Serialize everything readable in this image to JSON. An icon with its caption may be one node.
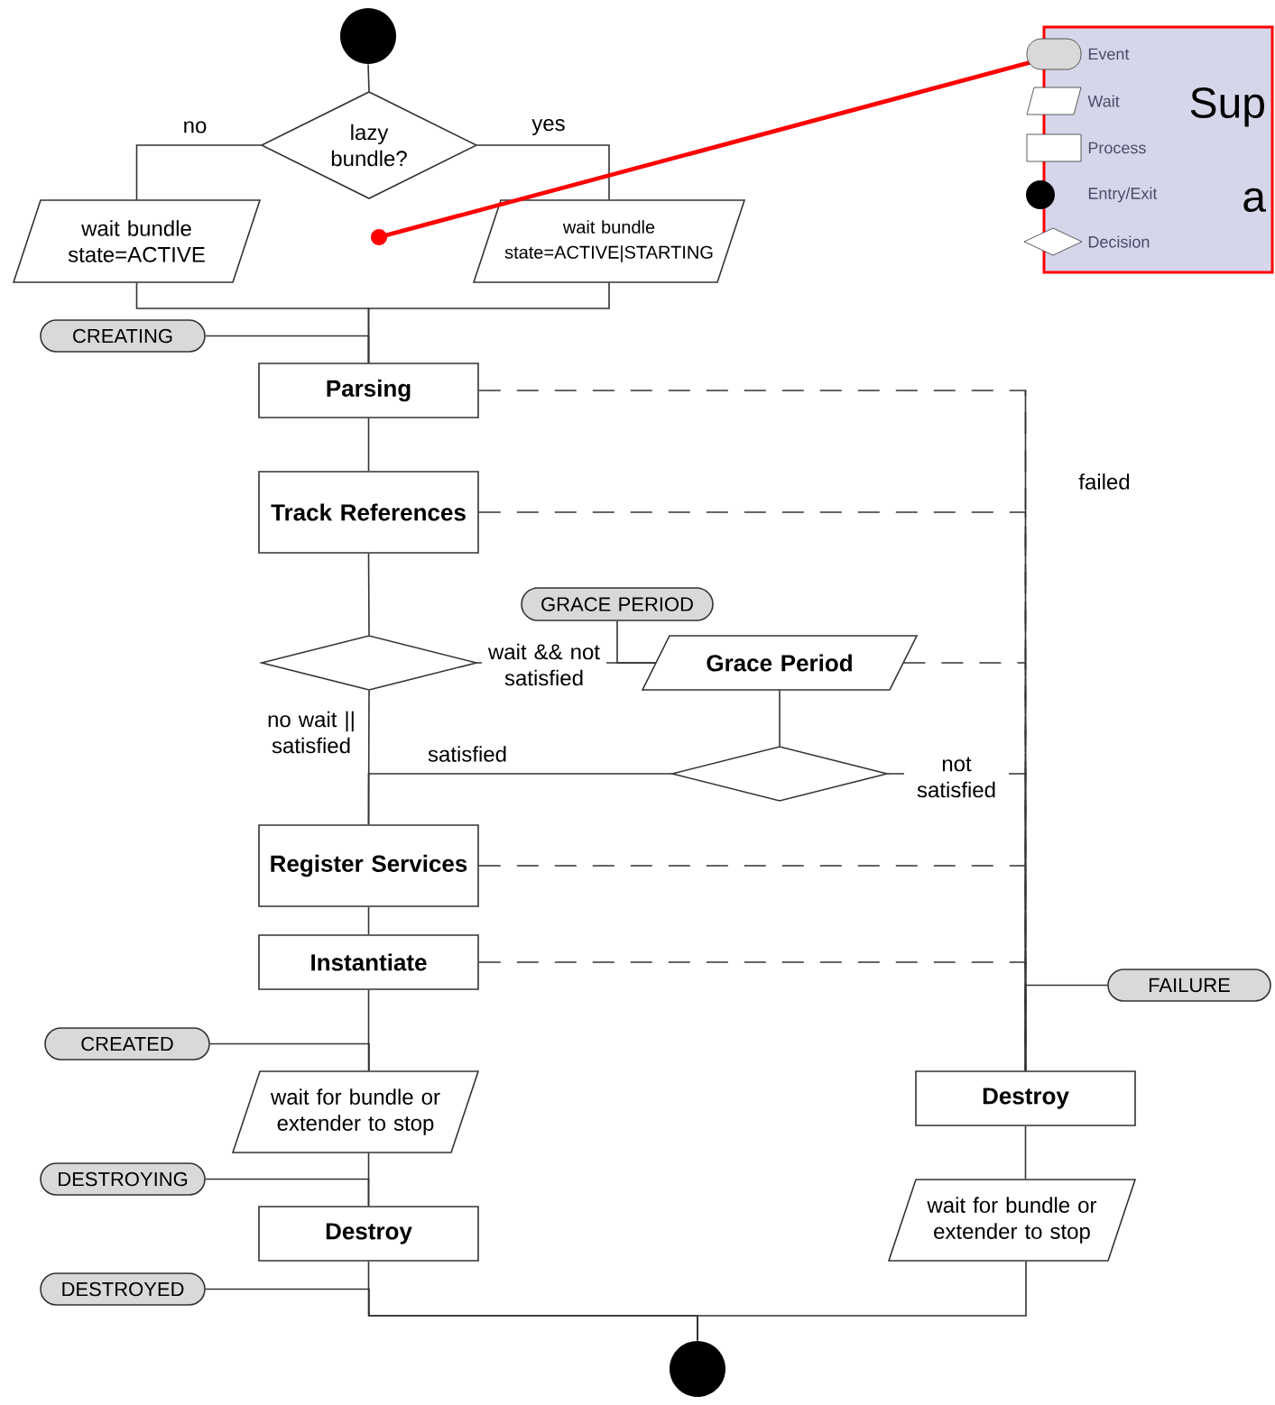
{
  "diagram": {
    "nodes": [
      {
        "text": [],
        "shape": "circle"
      },
      {
        "text": [
          "lazy bundle?"
        ]
      },
      {
        "text": [
          "wait bundle state=ACTIVE"
        ]
      },
      {
        "text": [
          "wait bundle state=ACTIVE|STARTING"
        ]
      },
      {
        "text": [
          "CREATING"
        ]
      },
      {
        "text": [
          "Parsing"
        ]
      },
      {
        "text": [
          "Track References"
        ]
      },
      {
        "text": [],
        "shape": "diamond"
      },
      {
        "text": [
          "GRACE PERIOD"
        ]
      },
      {
        "text": [
          "Grace Period"
        ]
      },
      {
        "text": [],
        "shape": "diamond"
      },
      {
        "text": [
          "Register Services"
        ]
      },
      {
        "text": [
          "Instantiate"
        ]
      },
      {
        "text": [
          "CREATED"
        ]
      },
      {
        "text": [
          "wait for bundle or extender to stop"
        ]
      },
      {
        "text": [
          "DESTROYING"
        ]
      },
      {
        "text": [
          "Destroy"
        ]
      },
      {
        "text": [
          "DESTROYED"
        ]
      },
      {
        "text": [
          "FAILURE"
        ]
      },
      {
        "text": [
          "Destroy"
        ]
      },
      {
        "text": [
          "wait for bundle or extender to stop"
        ]
      },
      {
        "text": [],
        "shape": "circle"
      },
      {
        "text": [
          "Sup a"
        ]
      }
    ],
    "edges": [
      {
        "from": 0,
        "to": 1,
        "arrow": "none"
      },
      {
        "from": 1,
        "to": 2,
        "arrow": "none",
        "label": "no"
      },
      {
        "from": 1,
        "to": 3,
        "arrow": "none",
        "label": "yes"
      },
      {
        "from": 2,
        "to": 5,
        "arrow": "none"
      },
      {
        "from": 3,
        "to": 5,
        "arrow": "none"
      },
      {
        "from": 4,
        "to": 5,
        "arrow": "none"
      },
      {
        "from": 5,
        "to": 6,
        "arrow": "none"
      },
      {
        "from": 6,
        "to": 7,
        "arrow": "none"
      },
      {
        "from": 7,
        "to": 9,
        "arrow": "none",
        "label": "wait && not satisfied"
      },
      {
        "from": 8,
        "to": 9,
        "arrow": "none"
      },
      {
        "from": 9,
        "to": 10,
        "arrow": "none"
      },
      {
        "from": 7,
        "to": 11,
        "arrow": "none",
        "label": "no wait || satisfied"
      },
      {
        "from": 10,
        "to": 11,
        "arrow": "none",
        "label": "satisfied"
      },
      {
        "from": 11,
        "to": 12,
        "arrow": "none"
      },
      {
        "from": 12,
        "to": 14,
        "arrow": "none"
      },
      {
        "from": 13,
        "to": 14,
        "arrow": "none"
      },
      {
        "from": 14,
        "to": 16,
        "arrow": "none"
      },
      {
        "from": 15,
        "to": 16,
        "arrow": "none"
      },
      {
        "from": 16,
        "to": 21,
        "arrow": "none"
      },
      {
        "from": 17,
        "to": 21,
        "arrow": "none"
      },
      {
        "from": 20,
        "to": 21,
        "arrow": "none"
      },
      {
        "from": 5,
        "to": 19,
        "arrow": "none",
        "style": "dashed"
      },
      {
        "from": 6,
        "to": 19,
        "arrow": "none",
        "style": "dashed"
      },
      {
        "from": 9,
        "to": 19,
        "arrow": "none",
        "style": "dashed"
      },
      {
        "from": 10,
        "to": 19,
        "arrow": "none",
        "label": "not satisfied"
      },
      {
        "from": 11,
        "to": 19,
        "arrow": "none",
        "style": "dashed"
      },
      {
        "from": 12,
        "to": 19,
        "arrow": "none",
        "style": "dashed"
      },
      {
        "from": 18,
        "to": 19,
        "arrow": "none"
      },
      {
        "from": 19,
        "to": 20,
        "arrow": "none"
      },
      {
        "from": 22,
        "to": null,
        "arrow": "other",
        "style": "thick",
        "color": "#ff0000"
      }
    ],
    "labels": [
      "failed"
    ],
    "legend": [
      {
        "text": "Event"
      },
      {
        "text": "Wait"
      },
      {
        "text": "Process"
      },
      {
        "text": "Entry/Exit"
      },
      {
        "text": "Decision"
      }
    ]
  }
}
